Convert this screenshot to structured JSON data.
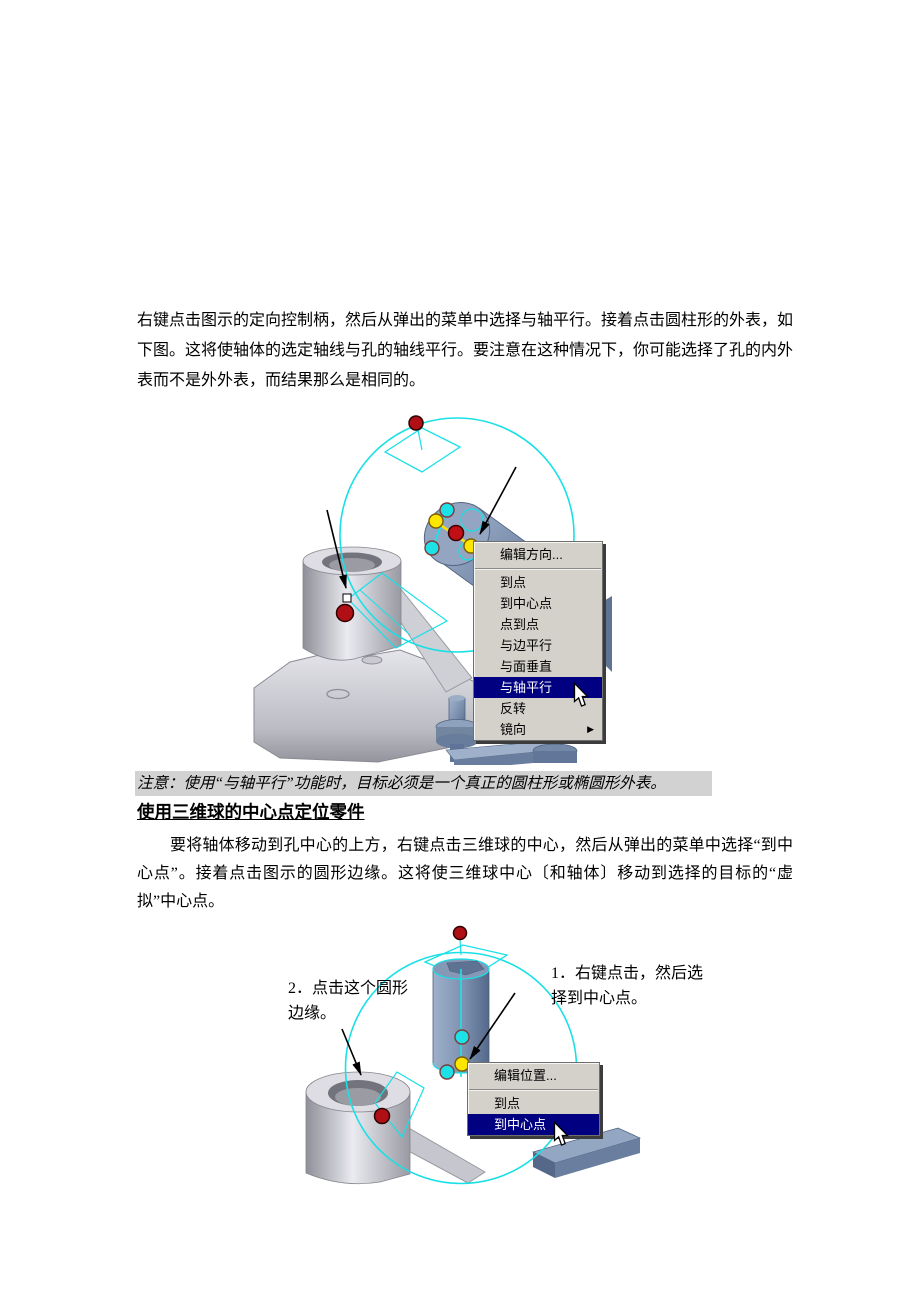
{
  "page": {
    "background": "#ffffff",
    "type": "tutorial-document-page"
  },
  "paragraphs": {
    "intro": "右键点击图示的定向控制柄，然后从弹出的菜单中选择与轴平行。接着点击圆柱形的外表，如下图。这将使轴体的选定轴线与孔的轴线平行。要注意在这种情况下，你可能选择了孔的内外表而不是外外表，而结果那么是相同的。",
    "note": "注意：使用“与轴平行”功能时，目标必须是一个真正的圆柱形或椭圆形外表。",
    "heading": "使用三维球的中心点定位零件",
    "body": "要将轴体移动到孔中心的上方，右键点击三维球的中心，然后从弹出的菜单中选择“到中心点”。接着点击图示的圆形边缘。这将使三维球中心〔和轴体〕移动到选择的目标的“虚拟”中心点。"
  },
  "figure1": {
    "description": "3D CAD scene: triball orientation handle on shaft, context menu open",
    "menu": {
      "title": "编辑方向...",
      "items": [
        {
          "label": "到点"
        },
        {
          "label": "到中心点"
        },
        {
          "label": "点到点"
        },
        {
          "label": "与边平行"
        },
        {
          "label": "与面垂直"
        },
        {
          "label": "与轴平行",
          "highlighted": true
        },
        {
          "label": "反转"
        },
        {
          "label": "镜向",
          "submenu": true
        }
      ]
    }
  },
  "figure2": {
    "description": "3D CAD scene: triball center positioning, context menu open",
    "labels": {
      "step2": "2．点击这个圆形边缘。",
      "step1": "1．右键点击，然后选择到中心点。"
    },
    "menu": {
      "title": "编辑位置...",
      "items": [
        {
          "label": "到点"
        },
        {
          "label": "到中心点",
          "highlighted": true
        }
      ]
    }
  },
  "colors": {
    "menu_bg": "#d4d1ca",
    "menu_highlight": "#000080",
    "menu_highlight_text": "#ffffff",
    "note_bg": "#d2d2d2",
    "triball_ring": "#18e0e6",
    "handle_red": "#b01015",
    "handle_yellow": "#ffe600",
    "handle_cyan": "#1ce2e8",
    "steel_blue": "#7d91b0",
    "part_gray": "#c3c3cb"
  }
}
